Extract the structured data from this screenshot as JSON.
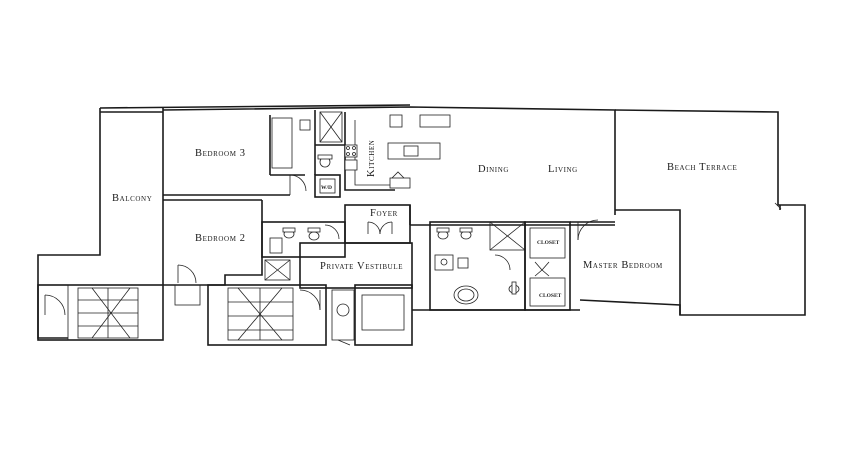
{
  "rooms": {
    "balcony": "Balcony",
    "bedroom3": "Bedroom 3",
    "bedroom2": "Bedroom 2",
    "kitchen": "Kitchen",
    "dining": "Dining",
    "living": "Living",
    "beach_terrace": "Beach Terrace",
    "foyer": "Foyer",
    "private_vestibule": "Private Vestibule",
    "master_bedroom": "Master Bedroom",
    "closet_upper": "CLOSET",
    "closet_lower": "CLOSET",
    "laundry": "W/D"
  }
}
